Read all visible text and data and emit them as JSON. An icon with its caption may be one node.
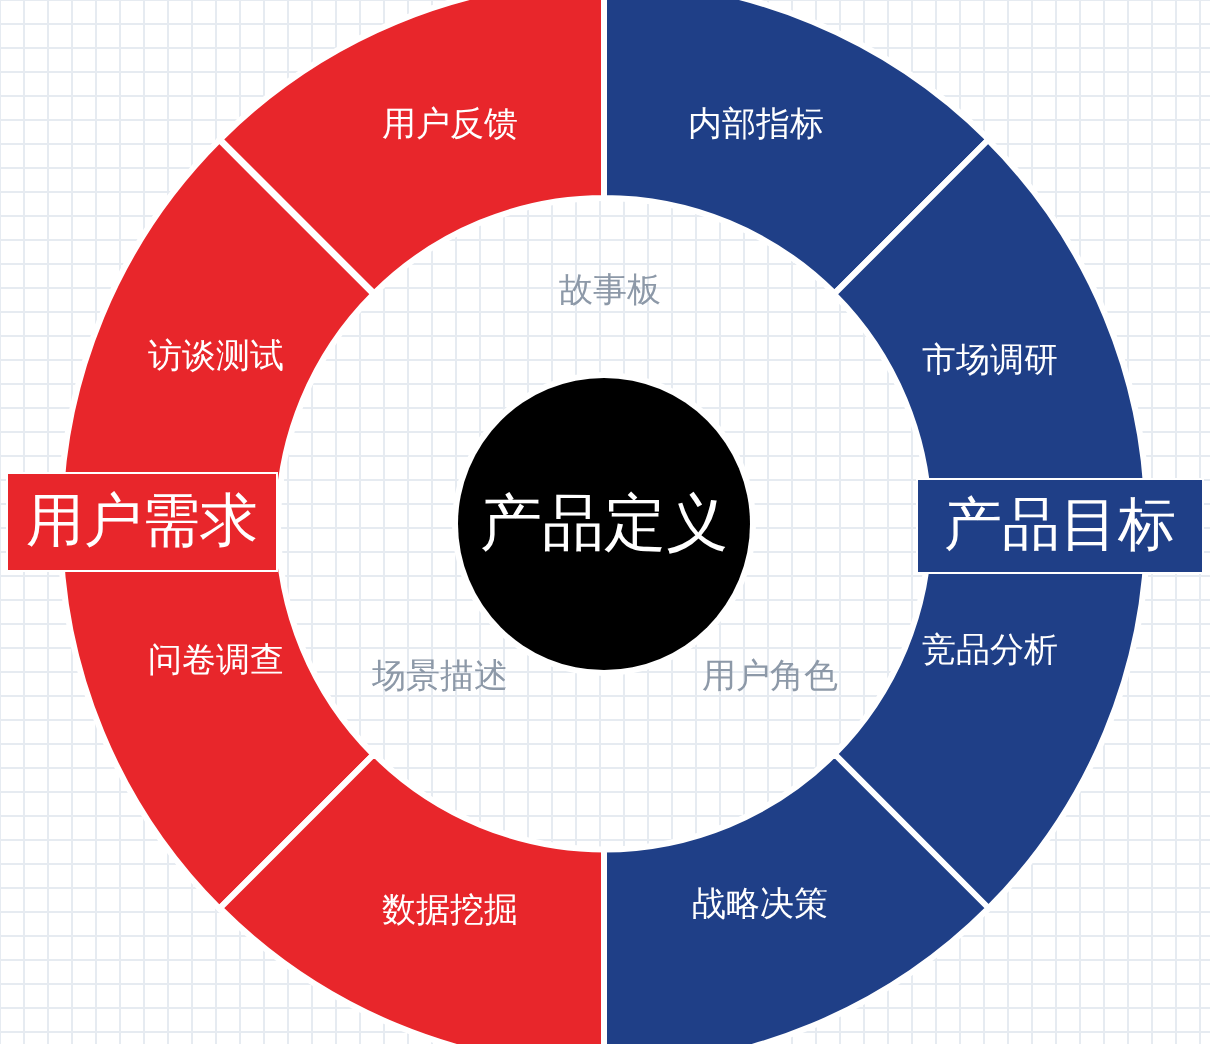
{
  "diagram": {
    "nodes": [
      {
        "text": [
          "用户反馈"
        ]
      },
      {
        "text": [
          "内部指标"
        ]
      },
      {
        "text": [
          "访谈测试"
        ]
      },
      {
        "text": [
          "市场调研"
        ]
      },
      {
        "text": [
          "用户需求"
        ]
      },
      {
        "text": [
          "产品定义"
        ]
      },
      {
        "text": [
          "产品目标"
        ]
      },
      {
        "text": [
          "问卷调查"
        ]
      },
      {
        "text": [
          "竞品分析"
        ]
      },
      {
        "text": [
          "数据挖掘"
        ]
      },
      {
        "text": [
          "战略决策"
        ]
      }
    ],
    "labels": [
      "故事板",
      "场景描述",
      "用户角色"
    ]
  }
}
